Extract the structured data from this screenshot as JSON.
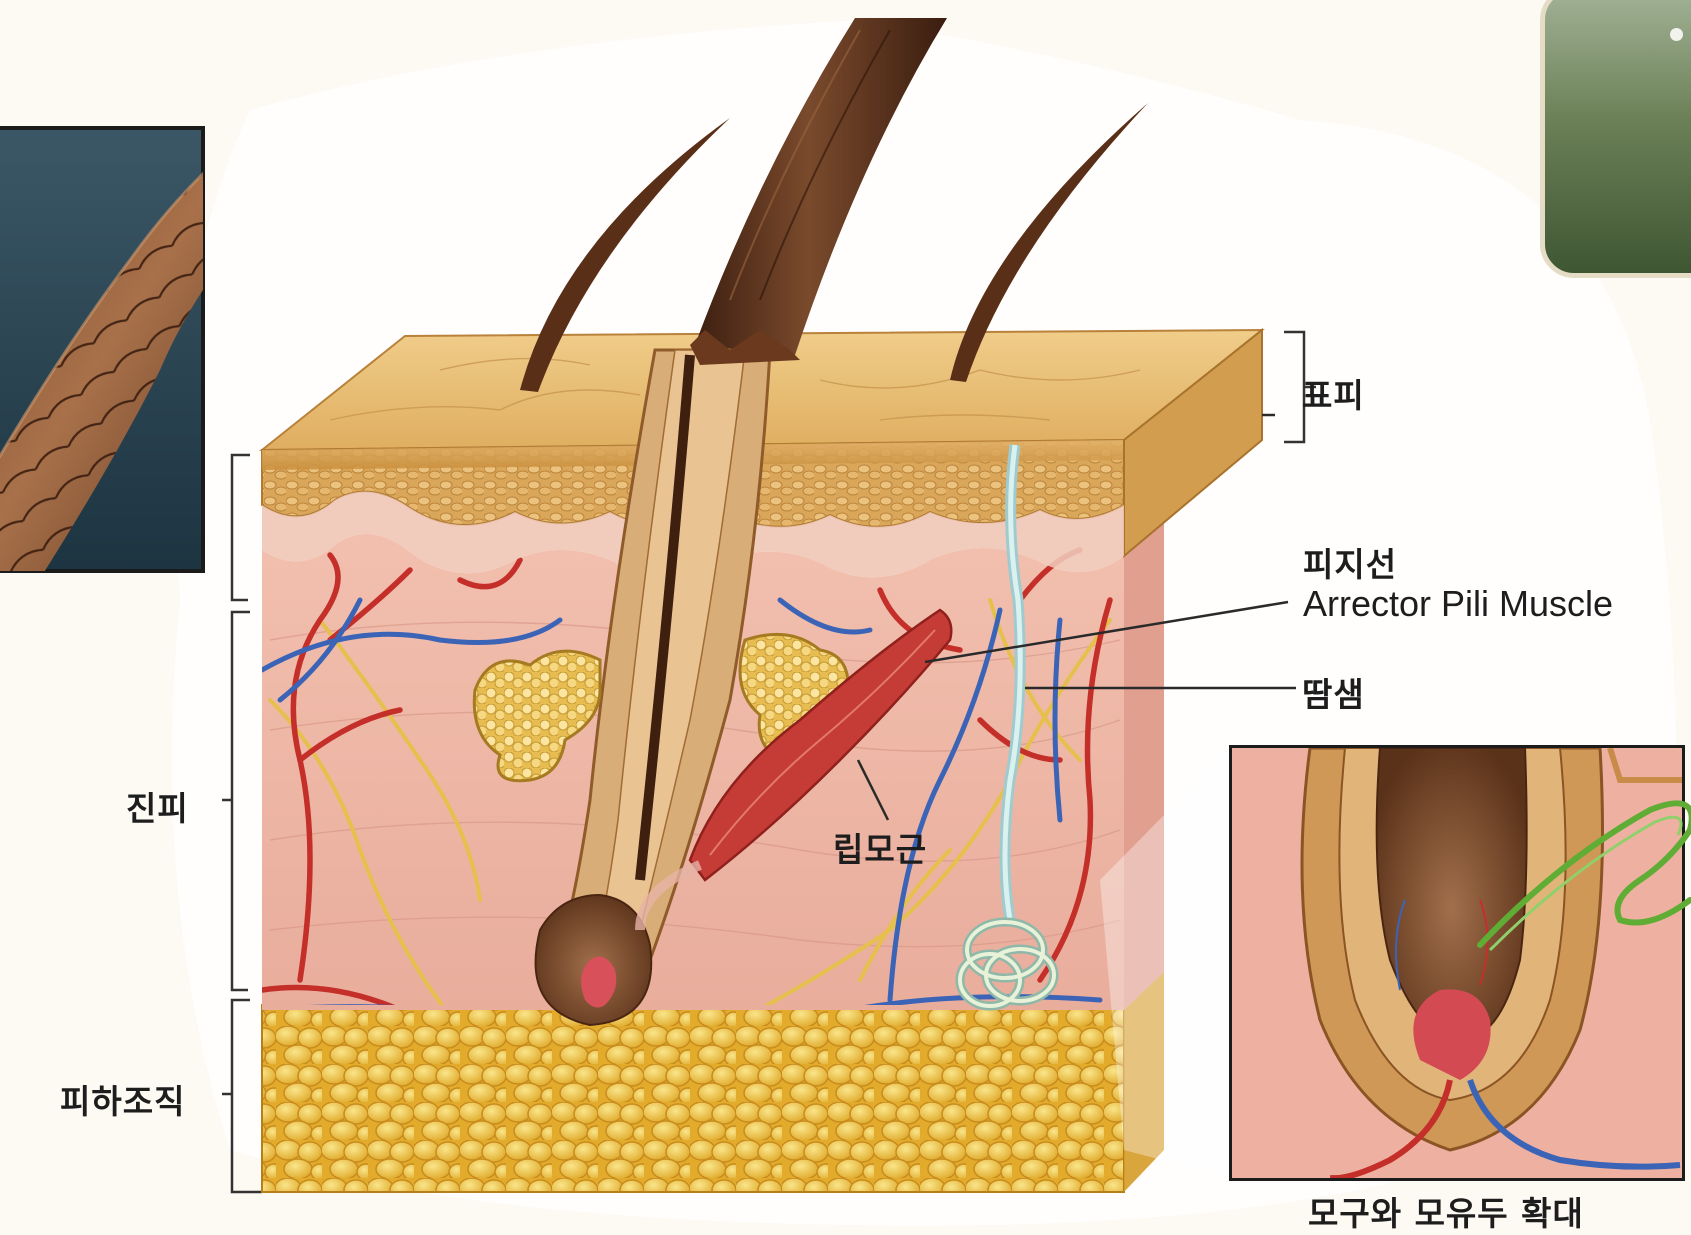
{
  "labels": {
    "epidermis": "표피",
    "sebaceous_gland": "피지선",
    "arrector_pili_en": "Arrector Pili Muscle",
    "sweat_gland": "땀샘",
    "dermis": "진피",
    "hypodermis": "피하조직",
    "arrector_pili_ko": "립모근",
    "bulb_magnified": "모구와 모유두 확대"
  },
  "colors": {
    "background": "#fdf9f3",
    "epidermis": "#dcab5c",
    "dermis": "#edb4a6",
    "fat": "#f1c640",
    "hair": "#5c331d",
    "artery": "#c9302c",
    "vein": "#3b63b4",
    "nerve": "#e3c253",
    "muscle": "#c53b35",
    "side_card": "#5f7650",
    "green_scribble": "#5fad35"
  },
  "icons": {
    "scribble": "green-scribble-icon",
    "bullet": "bullet-dot-icon"
  }
}
